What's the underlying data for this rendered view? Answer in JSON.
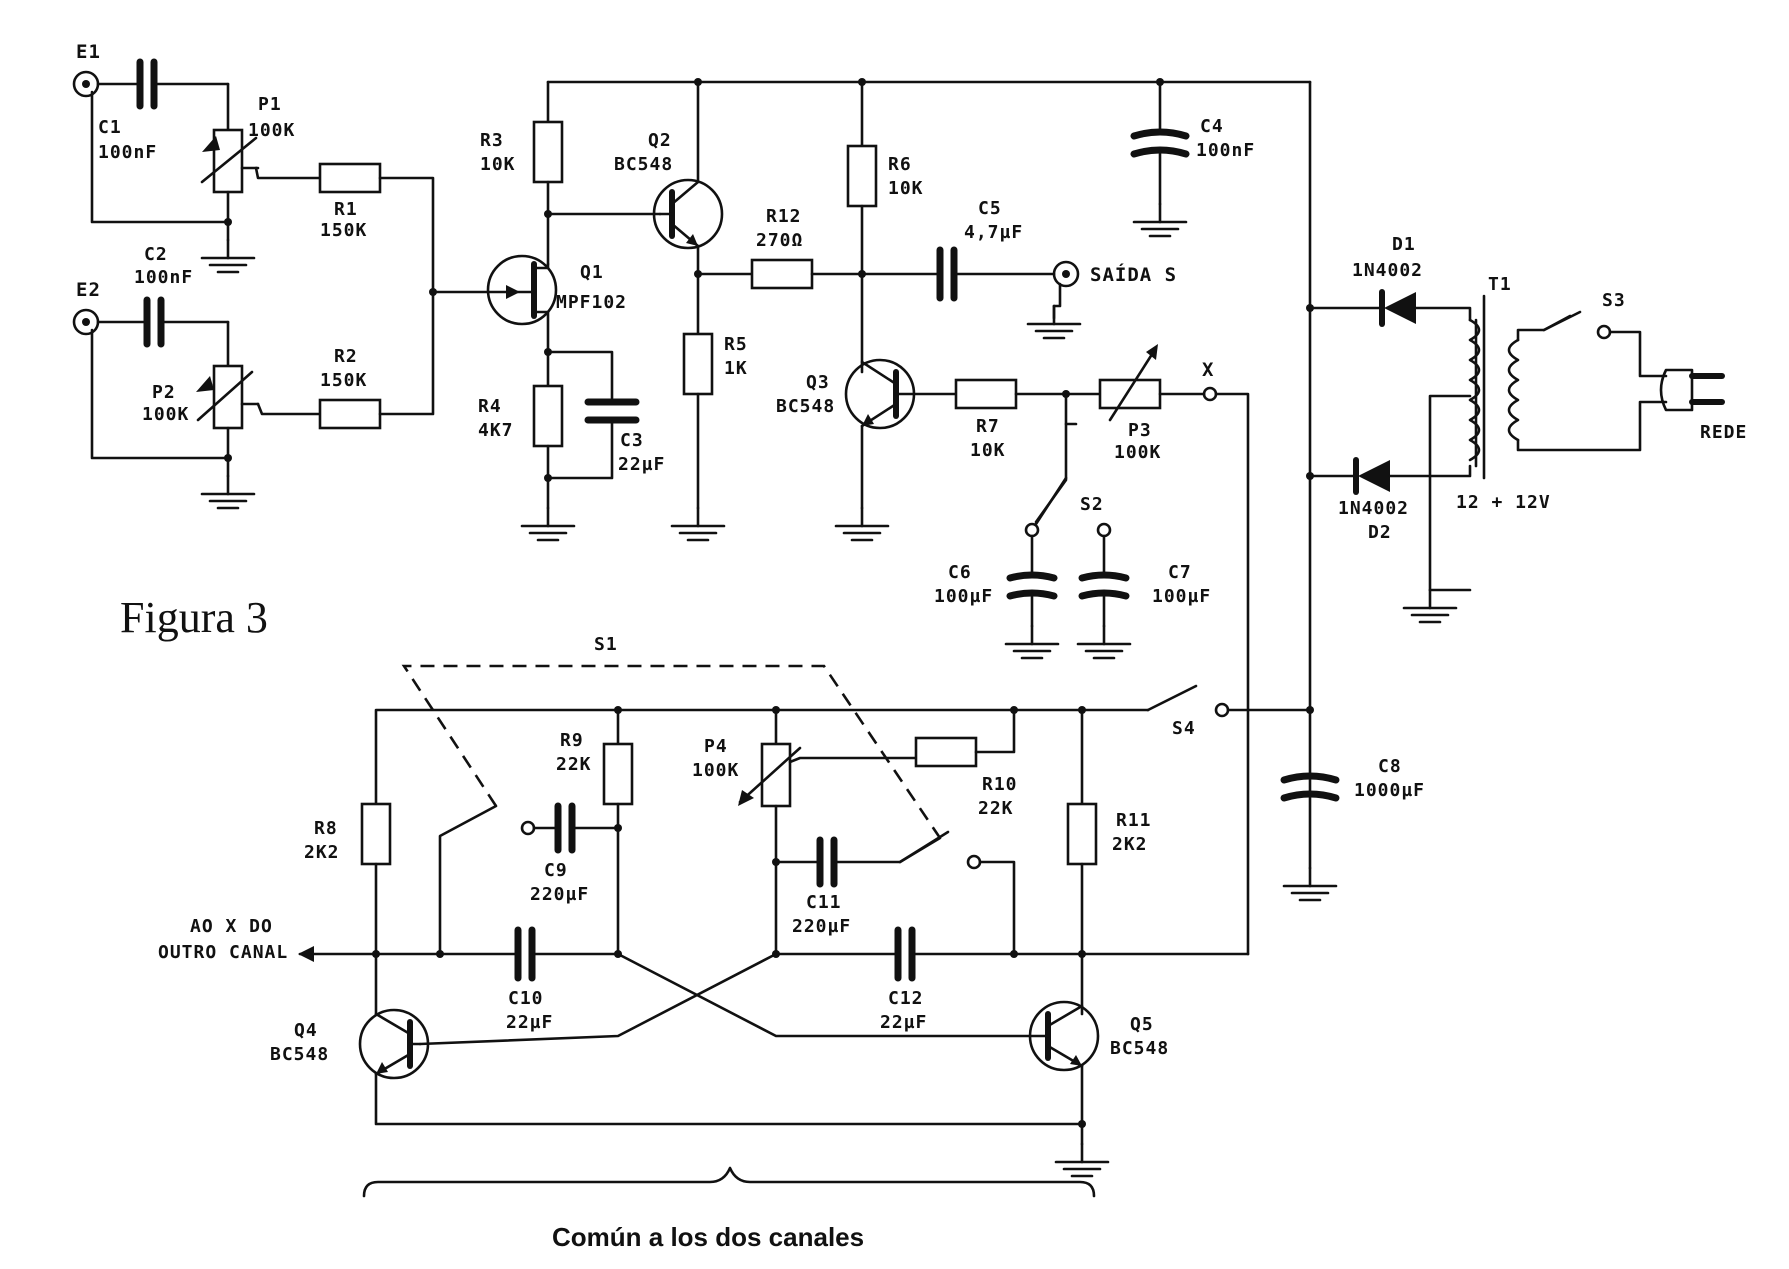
{
  "figure_label": "Figura 3",
  "caption": "Común a los dos canales",
  "inputs": {
    "e1": "E1",
    "e2": "E2"
  },
  "output_label": "SAÍDA S",
  "x_node_label": "X",
  "rede_label": "REDE",
  "other_channel_label_line1": "AO X DO",
  "other_channel_label_line2": "OUTRO CANAL",
  "transformer": {
    "name": "T1",
    "rating": "12 + 12V"
  },
  "components": {
    "C1": {
      "name": "C1",
      "value": "100nF"
    },
    "C2": {
      "name": "C2",
      "value": "100nF"
    },
    "C3": {
      "name": "C3",
      "value": "22µF"
    },
    "C4": {
      "name": "C4",
      "value": "100nF"
    },
    "C5": {
      "name": "C5",
      "value": "4,7µF"
    },
    "C6": {
      "name": "C6",
      "value": "100µF"
    },
    "C7": {
      "name": "C7",
      "value": "100µF"
    },
    "C8": {
      "name": "C8",
      "value": "1000µF"
    },
    "C9": {
      "name": "C9",
      "value": "220µF"
    },
    "C10": {
      "name": "C10",
      "value": "22µF"
    },
    "C11": {
      "name": "C11",
      "value": "220µF"
    },
    "C12": {
      "name": "C12",
      "value": "22µF"
    },
    "P1": {
      "name": "P1",
      "value": "100K"
    },
    "P2": {
      "name": "P2",
      "value": "100K"
    },
    "P3": {
      "name": "P3",
      "value": "100K"
    },
    "P4": {
      "name": "P4",
      "value": "100K"
    },
    "R1": {
      "name": "R1",
      "value": "150K"
    },
    "R2": {
      "name": "R2",
      "value": "150K"
    },
    "R3": {
      "name": "R3",
      "value": "10K"
    },
    "R4": {
      "name": "R4",
      "value": "4K7"
    },
    "R5": {
      "name": "R5",
      "value": "1K"
    },
    "R6": {
      "name": "R6",
      "value": "10K"
    },
    "R7": {
      "name": "R7",
      "value": "10K"
    },
    "R8": {
      "name": "R8",
      "value": "2K2"
    },
    "R9": {
      "name": "R9",
      "value": "22K"
    },
    "R10": {
      "name": "R10",
      "value": "22K"
    },
    "R11": {
      "name": "R11",
      "value": "2K2"
    },
    "R12": {
      "name": "R12",
      "value": "270Ω"
    },
    "Q1": {
      "name": "Q1",
      "value": "MPF102"
    },
    "Q2": {
      "name": "Q2",
      "value": "BC548"
    },
    "Q3": {
      "name": "Q3",
      "value": "BC548"
    },
    "Q4": {
      "name": "Q4",
      "value": "BC548"
    },
    "Q5": {
      "name": "Q5",
      "value": "BC548"
    },
    "D1": {
      "name": "D1",
      "value": "1N4002"
    },
    "D2": {
      "name": "D2",
      "value": "1N4002"
    },
    "S1": {
      "name": "S1"
    },
    "S2": {
      "name": "S2"
    },
    "S3": {
      "name": "S3"
    },
    "S4": {
      "name": "S4"
    }
  }
}
